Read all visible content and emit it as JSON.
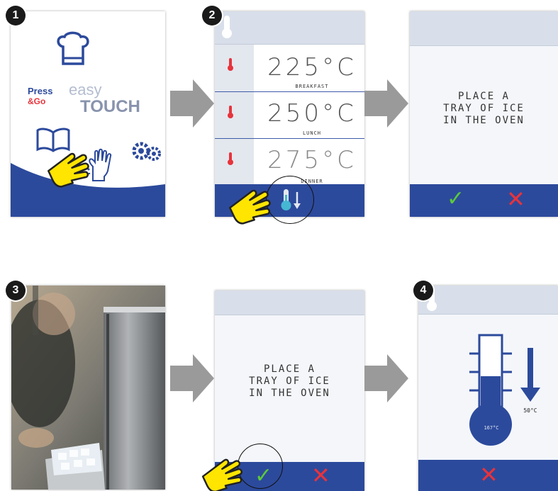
{
  "steps": {
    "s1": "1",
    "s2": "2",
    "s3": "3",
    "s4": "4"
  },
  "panel1": {
    "brand_press": "Press",
    "brand_go": "&Go",
    "brand_easy": "easy",
    "brand_touch": "TOUCH"
  },
  "panel2": {
    "rows": [
      {
        "temp": "225°C",
        "label": "BREAKFAST"
      },
      {
        "temp": "250°C",
        "label": "LUNCH"
      },
      {
        "temp": "275°C",
        "label": "DINNER"
      }
    ]
  },
  "panel3": {
    "message_line1": "PLACE A",
    "message_line2": "TRAY OF ICE",
    "message_line3": "IN THE OVEN"
  },
  "panel5": {
    "message_line1": "PLACE A",
    "message_line2": "TRAY OF ICE",
    "message_line3": "IN THE OVEN"
  },
  "panel6": {
    "target_temp": "50°C",
    "current_temp": "167°C"
  },
  "icons": {
    "confirm": "✓",
    "cancel": "✕"
  },
  "colors": {
    "footer_blue": "#2c4a9c",
    "confirm_green": "#5cc93b",
    "cancel_red": "#e8333b",
    "arrow_gray": "#9a9a9a"
  }
}
